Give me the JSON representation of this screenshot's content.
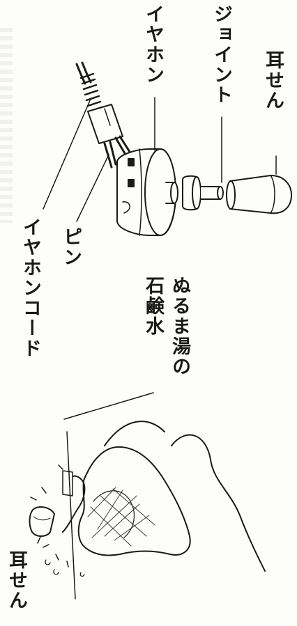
{
  "labels": {
    "earplug_top": "耳せん",
    "joint": "ジョイント",
    "earphone": "イヤホン",
    "pin": "ピン",
    "earphone_cord": "イヤホンコード",
    "soap_water_line1": "ぬるま湯の",
    "soap_water_line2": "石鹸水",
    "earplug_bottom": "耳せん"
  },
  "colors": {
    "ink": "#1a1a1a",
    "paper": "#fdfdfb"
  }
}
